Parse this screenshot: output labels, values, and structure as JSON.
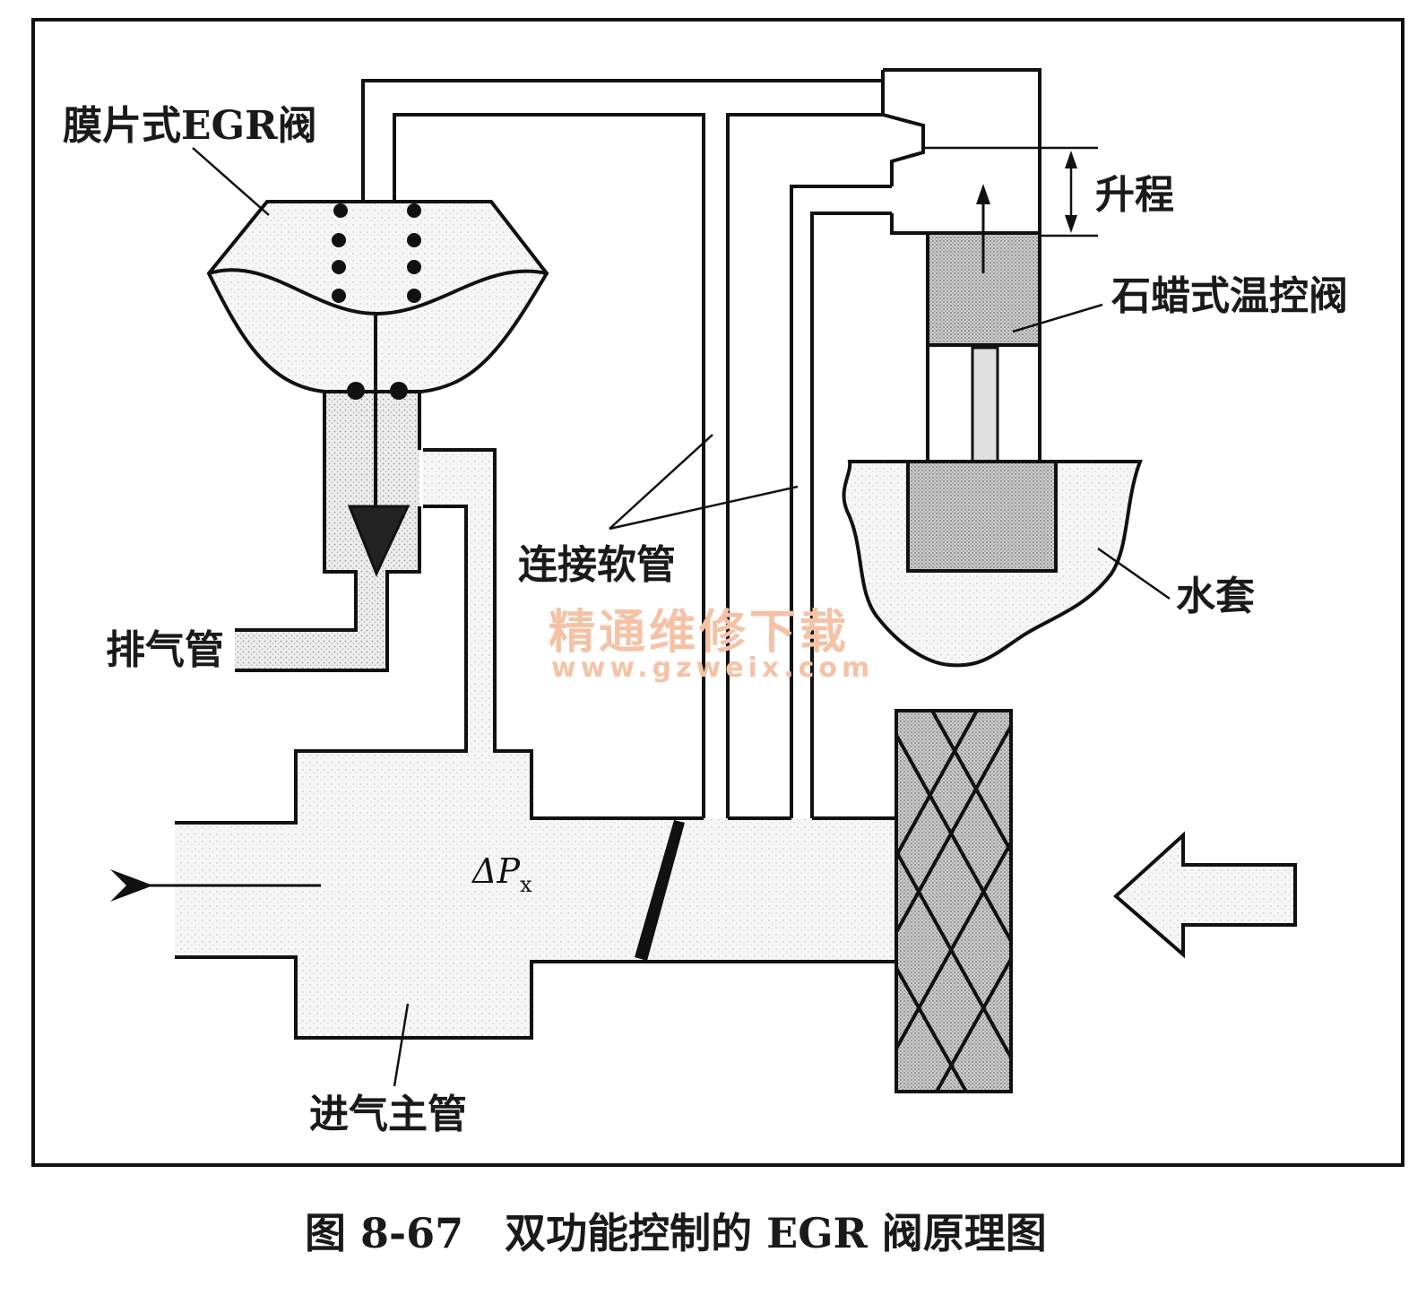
{
  "labels": {
    "egr_valve": "膜片式EGR阀",
    "lift": "升程",
    "wax_valve": "石蜡式温控阀",
    "hose": "连接软管",
    "water_jacket": "水套",
    "exhaust_pipe": "排气管",
    "delta_p": "ΔP",
    "delta_p_sub": "x",
    "intake_manifold": "进气主管"
  },
  "caption": "图 8-67　双功能控制的 EGR 阀原理图",
  "watermark": {
    "line1": "精通维修下载",
    "line2": "www.gzweix.com"
  }
}
